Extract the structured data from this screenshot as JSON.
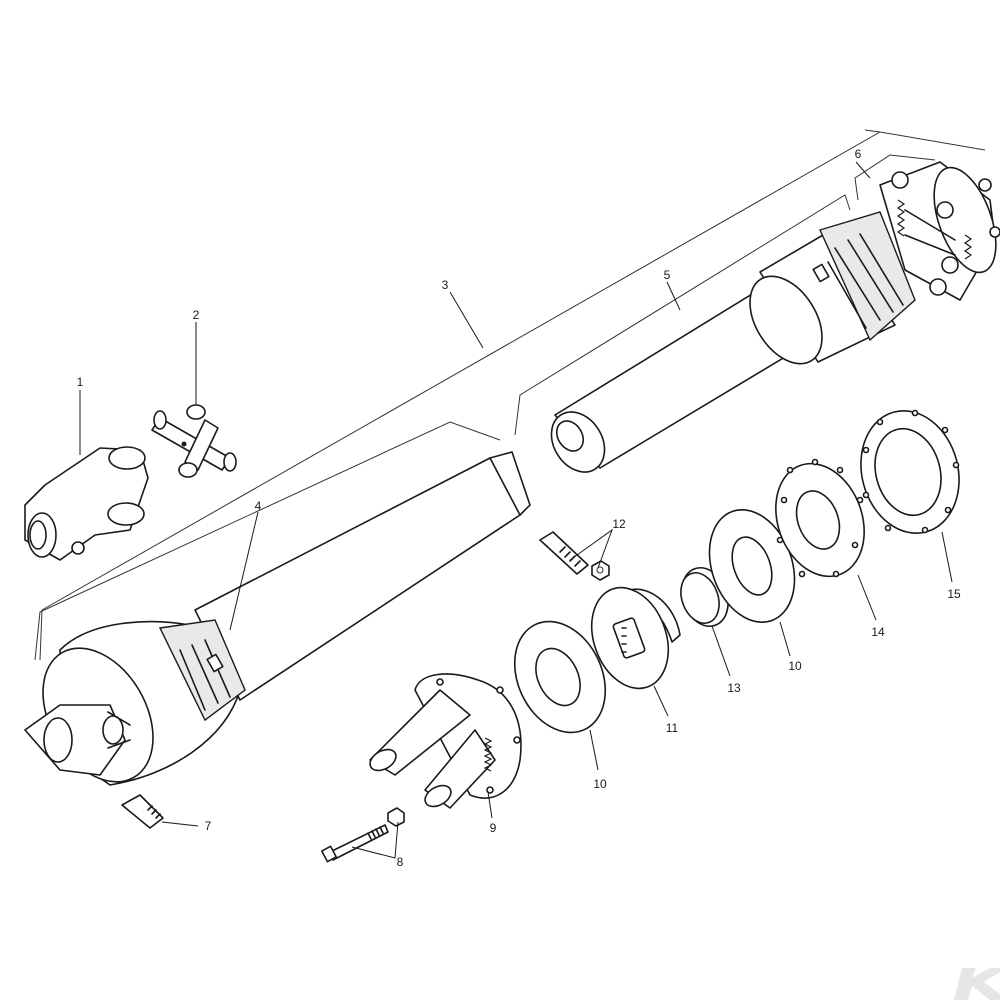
{
  "callouts": [
    {
      "id": "1",
      "label": "1",
      "part": "yoke"
    },
    {
      "id": "2",
      "label": "2",
      "part": "cross-journal"
    },
    {
      "id": "3",
      "label": "3",
      "part": "complete-shaft"
    },
    {
      "id": "4",
      "label": "4",
      "part": "outer-half-shaft"
    },
    {
      "id": "5",
      "label": "5",
      "part": "inner-half-shaft"
    },
    {
      "id": "6",
      "label": "6",
      "part": "clutch-yoke"
    },
    {
      "id": "7",
      "label": "7",
      "part": "lock-pin"
    },
    {
      "id": "8",
      "label": "8",
      "part": "bolt-and-nut"
    },
    {
      "id": "9",
      "label": "9",
      "part": "flange-yoke"
    },
    {
      "id": "10a",
      "label": "10",
      "part": "friction-disc"
    },
    {
      "id": "10b",
      "label": "10",
      "part": "friction-disc"
    },
    {
      "id": "11",
      "label": "11",
      "part": "hub"
    },
    {
      "id": "12",
      "label": "12",
      "part": "bolt-and-nut"
    },
    {
      "id": "13",
      "label": "13",
      "part": "bushing"
    },
    {
      "id": "14",
      "label": "14",
      "part": "pressure-plate"
    },
    {
      "id": "15",
      "label": "15",
      "part": "spring-plate"
    }
  ],
  "logo": {
    "icon": "k-logo-icon",
    "color": "#e6e6e6"
  }
}
